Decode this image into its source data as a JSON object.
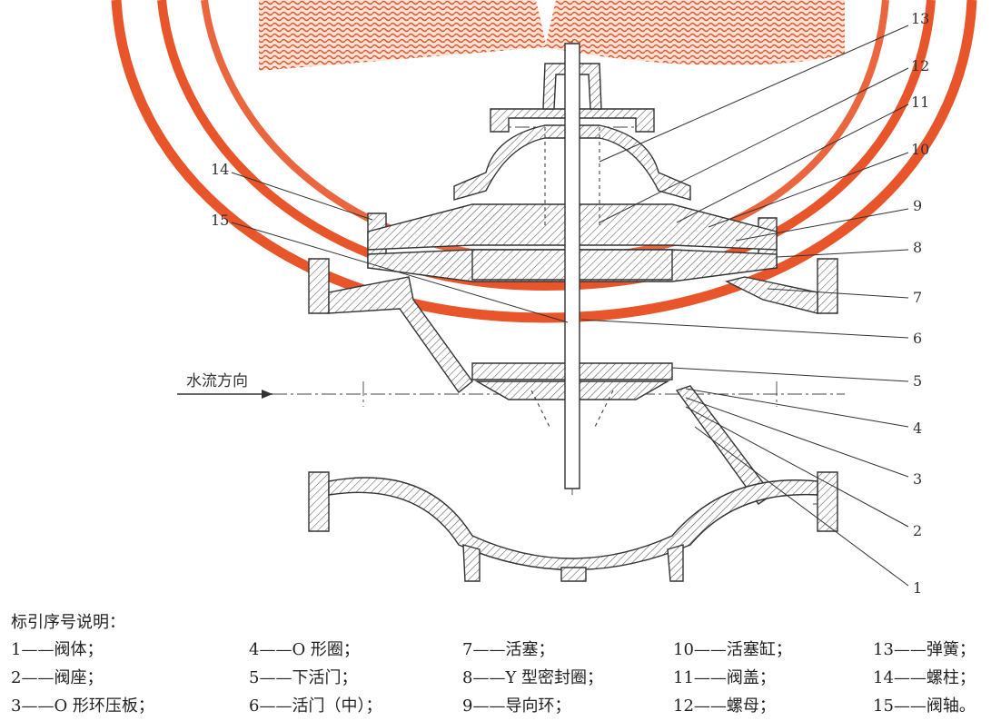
{
  "diagram": {
    "flow_label": "水流方向",
    "callouts": [
      "1",
      "2",
      "3",
      "4",
      "5",
      "6",
      "7",
      "8",
      "9",
      "10",
      "11",
      "12",
      "13",
      "14",
      "15"
    ]
  },
  "legend": {
    "title": "标引序号说明：",
    "items": [
      "1——阀体；",
      "4——O 形圈；",
      "7——活塞；",
      "10——活塞缸；",
      "13——弹簧；",
      "2——阀座；",
      "5——下活门；",
      "8——Y 型密封圈；",
      "11——阀盖；",
      "14——螺柱；",
      "3——O 形环压板；",
      "6——活门（中）；",
      "9——导向环；",
      "12——螺母；",
      "15——阀轴。"
    ]
  },
  "colors": {
    "line": "#333333",
    "hatch": "#555555",
    "watermark": "#e8552a"
  }
}
